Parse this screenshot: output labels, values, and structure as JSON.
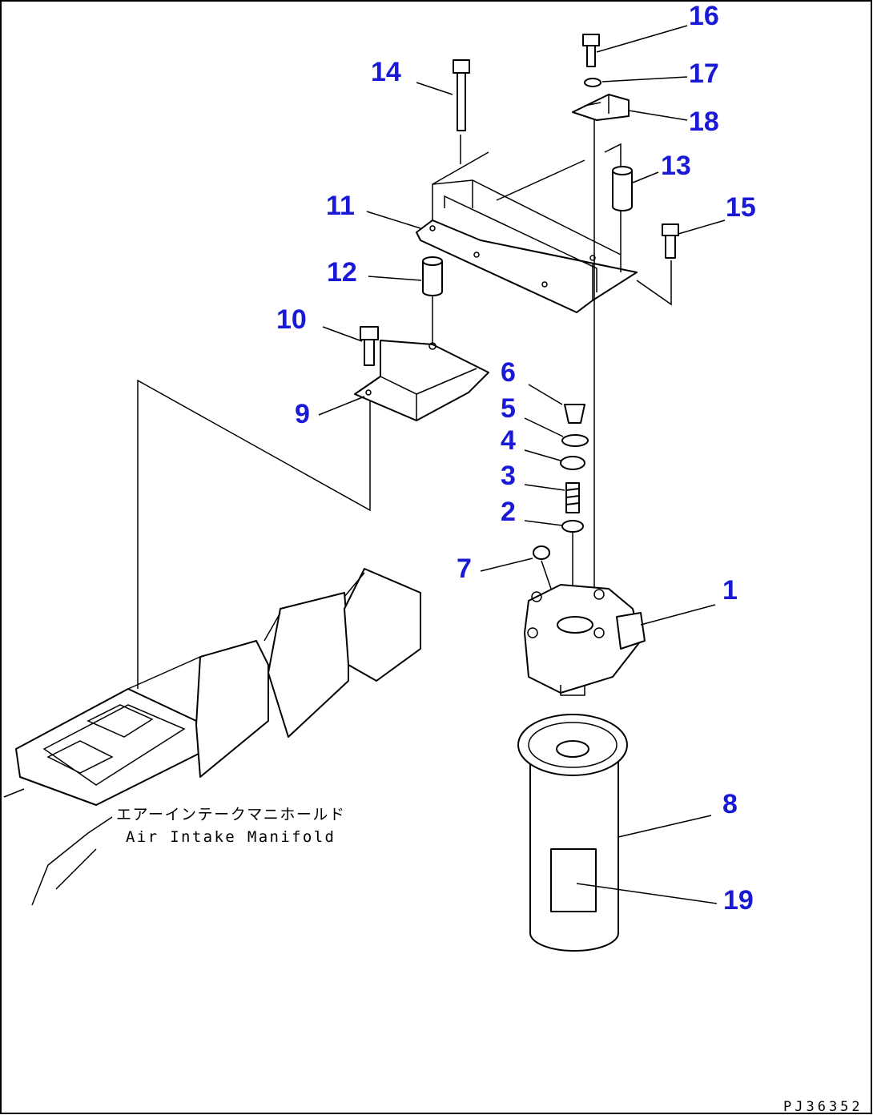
{
  "diagram": {
    "callouts": [
      {
        "id": "1",
        "label": "1"
      },
      {
        "id": "2",
        "label": "2"
      },
      {
        "id": "3",
        "label": "3"
      },
      {
        "id": "4",
        "label": "4"
      },
      {
        "id": "5",
        "label": "5"
      },
      {
        "id": "6",
        "label": "6"
      },
      {
        "id": "7",
        "label": "7"
      },
      {
        "id": "8",
        "label": "8"
      },
      {
        "id": "9",
        "label": "9"
      },
      {
        "id": "10",
        "label": "10"
      },
      {
        "id": "11",
        "label": "11"
      },
      {
        "id": "12",
        "label": "12"
      },
      {
        "id": "13",
        "label": "13"
      },
      {
        "id": "14",
        "label": "14"
      },
      {
        "id": "15",
        "label": "15"
      },
      {
        "id": "16",
        "label": "16"
      },
      {
        "id": "17",
        "label": "17"
      },
      {
        "id": "18",
        "label": "18"
      },
      {
        "id": "19",
        "label": "19"
      }
    ],
    "manifold_label_jp": "エアーインテークマニホールド",
    "manifold_label_en": "Air Intake Manifold",
    "drawing_code": "PJ36352",
    "callout_color": "#1a1ad6"
  }
}
